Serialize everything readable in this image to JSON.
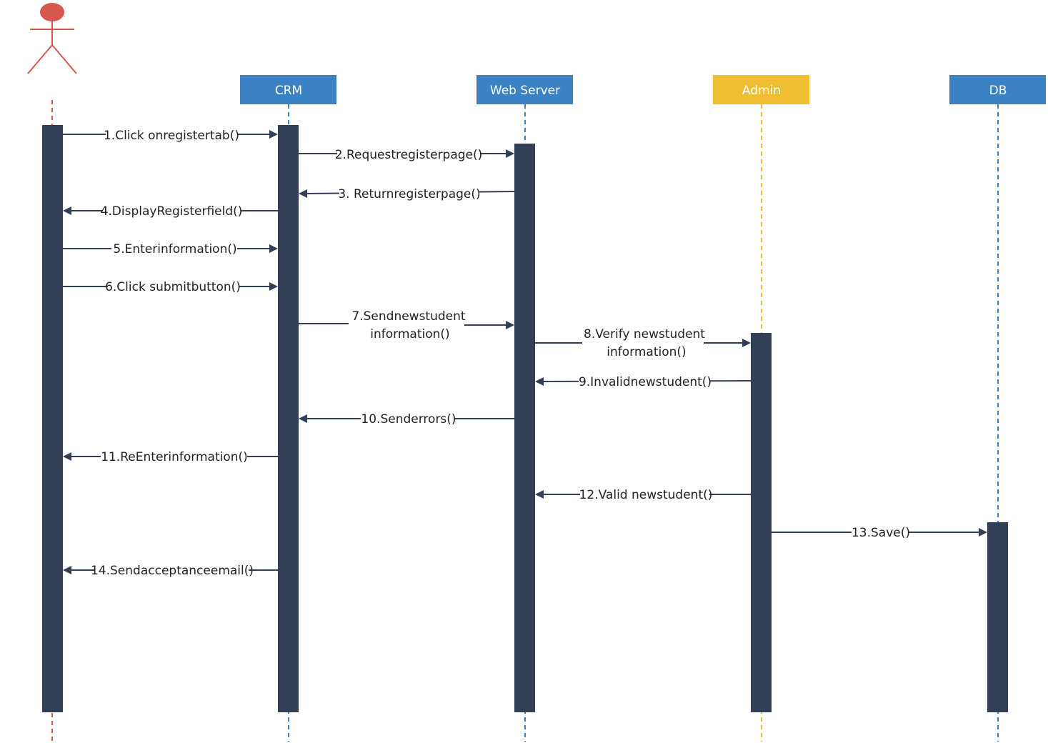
{
  "colors": {
    "activation": "#333f57",
    "blue": "#3b82c4",
    "yellow": "#f0be32",
    "actor_red": "#d6574f",
    "line": "#333f57",
    "text": "#222222",
    "background": "#ffffff"
  },
  "actor": {
    "icon": "stick-figure-actor-icon"
  },
  "participants": [
    {
      "id": "actor",
      "label": ""
    },
    {
      "id": "crm",
      "label": "CRM"
    },
    {
      "id": "webserver",
      "label": "Web Server"
    },
    {
      "id": "admin",
      "label": "Admin"
    },
    {
      "id": "db",
      "label": "DB"
    }
  ],
  "messages": [
    {
      "from": "actor",
      "to": "crm",
      "lines": [
        "1.Click onregistertab()"
      ]
    },
    {
      "from": "crm",
      "to": "webserver",
      "lines": [
        "2.Requestregisterpage()"
      ]
    },
    {
      "from": "webserver",
      "to": "crm",
      "lines": [
        "3. Returnregisterpage()"
      ]
    },
    {
      "from": "crm",
      "to": "actor",
      "lines": [
        "4.DisplayRegisterfield()"
      ]
    },
    {
      "from": "actor",
      "to": "crm",
      "lines": [
        "5.Enterinformation()"
      ]
    },
    {
      "from": "actor",
      "to": "crm",
      "lines": [
        "6.Click submitbutton()"
      ]
    },
    {
      "from": "crm",
      "to": "webserver",
      "lines": [
        "7.Sendnewstudent",
        "information()"
      ]
    },
    {
      "from": "webserver",
      "to": "admin",
      "lines": [
        "8.Verify newstudent",
        "information()"
      ]
    },
    {
      "from": "admin",
      "to": "webserver",
      "lines": [
        "9.Invalidnewstudent()"
      ]
    },
    {
      "from": "webserver",
      "to": "crm",
      "lines": [
        "10.Senderrors()"
      ]
    },
    {
      "from": "crm",
      "to": "actor",
      "lines": [
        "11.ReEnterinformation()"
      ]
    },
    {
      "from": "admin",
      "to": "webserver",
      "lines": [
        "12.Valid newstudent()"
      ]
    },
    {
      "from": "admin",
      "to": "db",
      "lines": [
        "13.Save()"
      ]
    },
    {
      "from": "crm",
      "to": "actor",
      "lines": [
        "14.Sendacceptanceemail()"
      ]
    }
  ]
}
